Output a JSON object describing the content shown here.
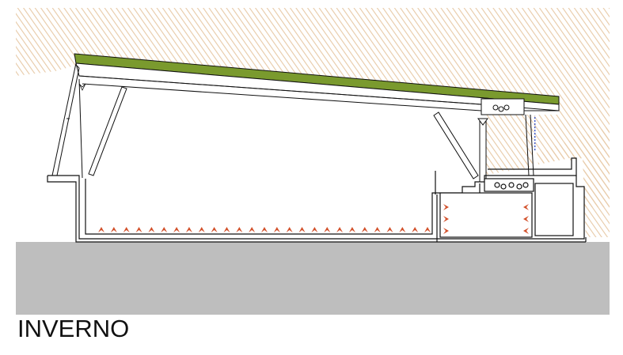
{
  "caption": "INVERNO",
  "colors": {
    "sky_hatch": "#e7c9a6",
    "ground": "#bebebe",
    "green_roof": "#7a9a2e",
    "structure": "#111111",
    "heat_arrows": "#d2502a",
    "water": "#3a55c8"
  },
  "heat_flow": {
    "floor_arrow_count": 27,
    "left_wall_arrow_count": 3,
    "right_wall_arrow_count": 3
  }
}
